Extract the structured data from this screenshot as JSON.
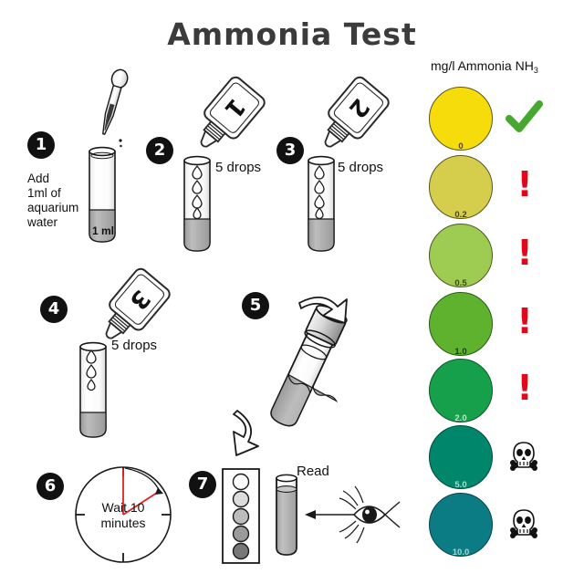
{
  "title": "Ammonia  Test",
  "chart": {
    "header": "mg/l Ammonia NH",
    "header_sub": "3",
    "swatches": [
      {
        "label": "0",
        "color": "#f7dc0b",
        "border": "#5a5520",
        "text_color": "#4a4410",
        "verdict": "check-icon",
        "verdict_text": "✔"
      },
      {
        "label": "0.2",
        "color": "#d5ce4c",
        "border": "#5a5520",
        "text_color": "#4a4410",
        "verdict": "warning-icon",
        "verdict_text": "!"
      },
      {
        "label": "0.5",
        "color": "#9ecb52",
        "border": "#4a5a20",
        "text_color": "#3a4a10",
        "verdict": "warning-icon",
        "verdict_text": "!"
      },
      {
        "label": "1.0",
        "color": "#5fb22d",
        "border": "#2d5a15",
        "text_color": "#1e3a0c",
        "verdict": "warning-icon",
        "verdict_text": "!"
      },
      {
        "label": "2.0",
        "color": "#16a04b",
        "border": "#0d5a2a",
        "text_color": "#b9ecc9",
        "verdict": "warning-icon",
        "verdict_text": "!"
      },
      {
        "label": "5.0",
        "color": "#00866a",
        "border": "#004a3a",
        "text_color": "#9fe0cf",
        "verdict": "skull-icon",
        "verdict_text": "☠"
      },
      {
        "label": "10.0",
        "color": "#0c7c84",
        "border": "#054449",
        "text_color": "#9fd9de",
        "verdict": "skull-icon",
        "verdict_text": "☠"
      }
    ]
  },
  "steps": [
    {
      "number": "1",
      "text": "Add\n1ml of\naquarium\nwater",
      "tube_label": "1 ml"
    },
    {
      "number": "2",
      "bottle_label": "1",
      "drops": "5 drops"
    },
    {
      "number": "3",
      "bottle_label": "2",
      "drops": "5 drops"
    },
    {
      "number": "4",
      "bottle_label": "3",
      "drops": "5 drops"
    },
    {
      "number": "5"
    },
    {
      "number": "6",
      "wait_text": "Wait 10\nminutes"
    },
    {
      "number": "7",
      "read_label": "Read"
    }
  ],
  "colors": {
    "ink": "#111111",
    "liquid_gray": "#a8a8a8",
    "accent_red": "#e3071b",
    "accent_green": "#46a82e"
  }
}
